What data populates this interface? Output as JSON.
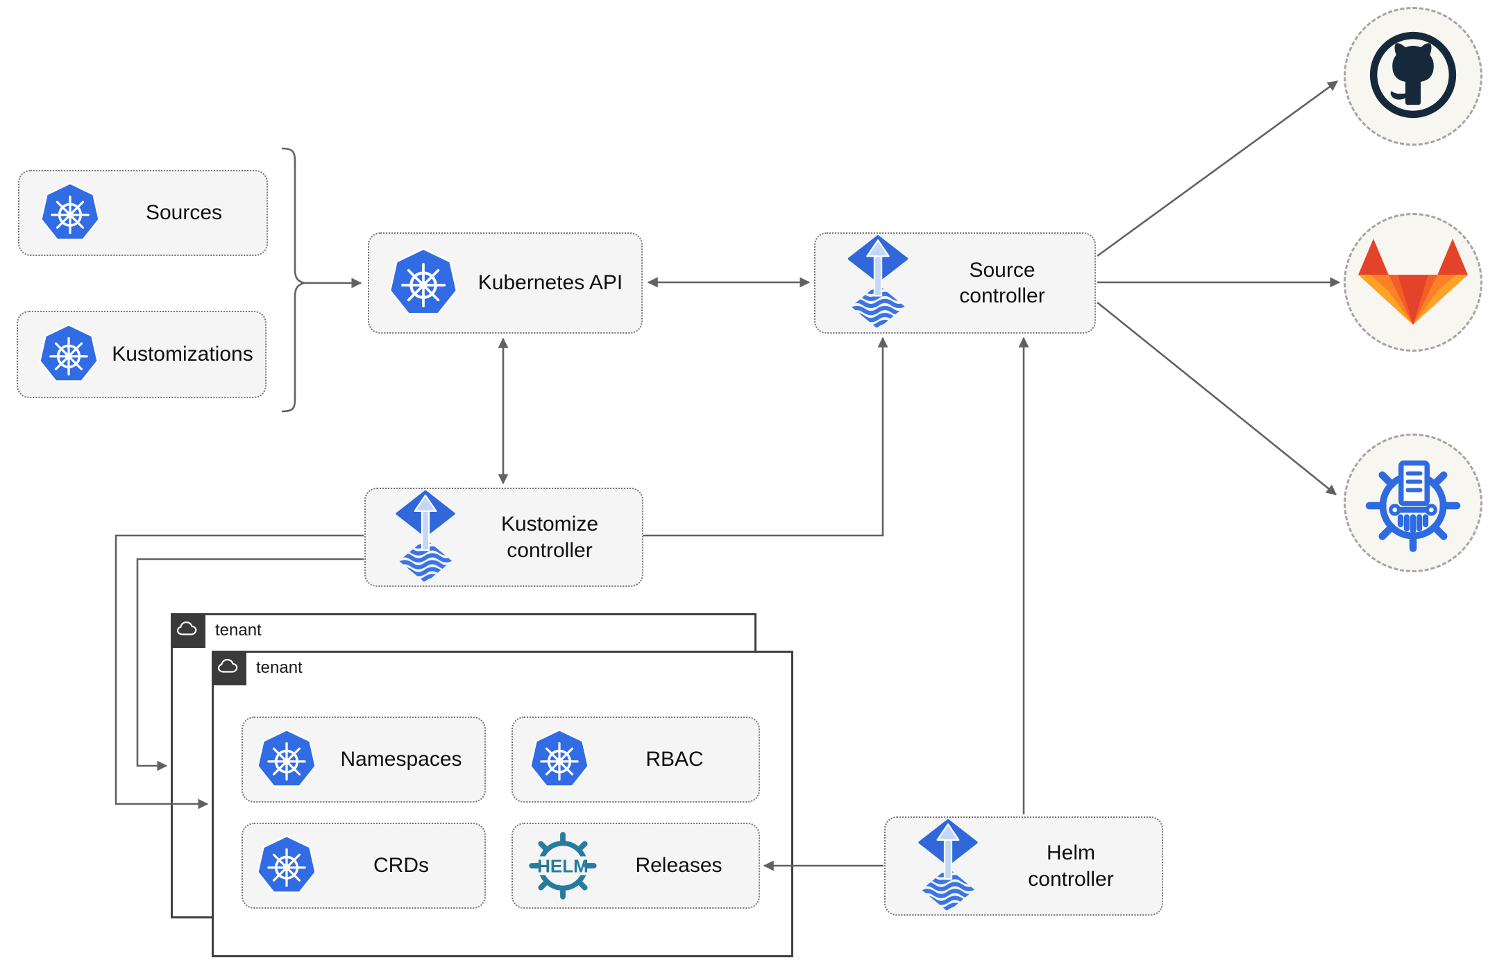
{
  "nodes": {
    "sources": {
      "label": "Sources",
      "icon": "kubernetes-icon"
    },
    "kustomizations": {
      "label": "Kustomizations",
      "icon": "kubernetes-icon"
    },
    "kubernetes_api": {
      "label": "Kubernetes API",
      "icon": "kubernetes-icon"
    },
    "source_controller": {
      "label": "Source controller",
      "icon": "flux-icon"
    },
    "kustomize_controller": {
      "label": "Kustomize controller",
      "icon": "flux-icon"
    },
    "helm_controller": {
      "label": "Helm controller",
      "icon": "flux-icon"
    },
    "namespaces": {
      "label": "Namespaces",
      "icon": "kubernetes-icon"
    },
    "rbac": {
      "label": "RBAC",
      "icon": "kubernetes-icon"
    },
    "crds": {
      "label": "CRDs",
      "icon": "kubernetes-icon"
    },
    "releases": {
      "label": "Releases",
      "icon": "helm-icon"
    }
  },
  "groups": {
    "tenant_outer": {
      "label": "tenant",
      "icon": "cloud-icon"
    },
    "tenant_inner": {
      "label": "tenant",
      "icon": "cloud-icon"
    }
  },
  "remotes": {
    "github": {
      "icon": "github-logo"
    },
    "gitlab": {
      "icon": "gitlab-logo"
    },
    "chartmuseum": {
      "icon": "chartmuseum-logo"
    }
  },
  "logos": {
    "helm_text": "HELM"
  },
  "colors": {
    "kubernetes_blue": "#326CE5",
    "flux_blue": "#3067D9",
    "flux_wave_blue": "#3B74E3",
    "flux_arrow_light": "#C3D7F6",
    "helm_teal": "#277B9E",
    "github_dark": "#16293A",
    "gitlab_red": "#E24329",
    "gitlab_orange": "#FCA326",
    "chartmuseum_blue": "#2F6BE0",
    "connector_gray": "#616161",
    "node_fill": "#F5F5F5",
    "tenant_border": "#3F3F3F"
  }
}
